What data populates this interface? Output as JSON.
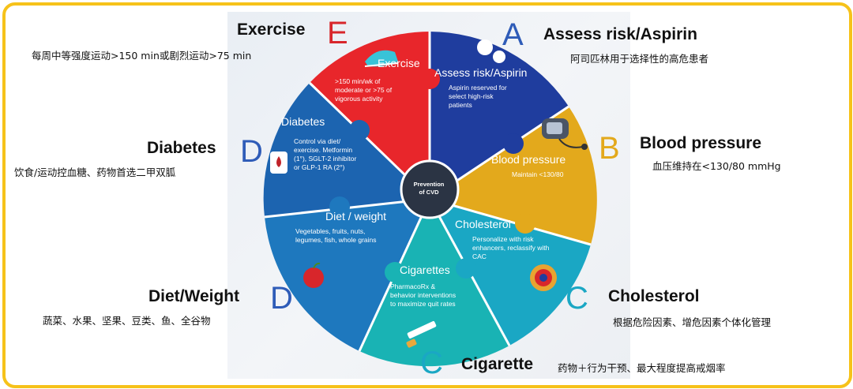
{
  "center_label": "Prevention\nof CVD",
  "letters": {
    "E": "E",
    "A": "A",
    "B": "B",
    "C_right": "C",
    "C_bottom": "C",
    "D_top": "D",
    "D_bottom": "D"
  },
  "sections": {
    "exercise": {
      "title": "Exercise",
      "body": ">150 min/wk of\nmoderate or >75 of\nvigorous  activity",
      "color": "#e8262b"
    },
    "aspirin": {
      "title": "Assess risk/Aspirin",
      "body": "Aspirin reserved for\nselect high-risk\npatients",
      "color": "#1f3d9e"
    },
    "bp": {
      "title": "Blood pressure",
      "body": "Maintain <130/80",
      "color": "#e3a91c"
    },
    "cholesterol": {
      "title": "Cholesterol",
      "body": "Personalize with risk\nenhancers, reclassify with\nCAC",
      "color": "#1aa7c4"
    },
    "cigarettes": {
      "title": "Cigarettes",
      "body": "PharmacoRx &\nbehavior interventions\nto maximize quit rates",
      "color": "#19b3b4"
    },
    "diet": {
      "title": "Diet / weight",
      "body": "Vegetables, fruits, nuts,\nlegumes, fish, whole grains",
      "color": "#1e78be"
    },
    "diabetes": {
      "title": "Diabetes",
      "body": "Control via diet/\nexercise. Metformin\n(1°), SGLT-2 inhibitor\nor GLP-1 RA (2°)",
      "color": "#1c64b0"
    }
  },
  "annotations": {
    "exercise": {
      "title": "Exercise",
      "text": "每周中等强度运动>150 min或剧烈运动>75 min"
    },
    "aspirin": {
      "title": "Assess risk/Aspirin",
      "text": "阿司匹林用于选择性的高危患者"
    },
    "bp": {
      "title": "Blood pressure",
      "text": "血压维持在<130/80 mmHg"
    },
    "diabetes": {
      "title": "Diabetes",
      "text": "饮食/运动控血糖、药物首选二甲双胍"
    },
    "diet": {
      "title": "Diet/Weight",
      "text": "蔬菜、水果、坚果、豆类、鱼、全谷物"
    },
    "cholesterol": {
      "title": "Cholesterol",
      "text": "根据危险因素、增危因素个体化管理"
    },
    "cigarette": {
      "title": "Cigarette",
      "text": "药物＋行为干预、最大程度提高戒烟率"
    }
  },
  "colors": {
    "frame": "#f6c21a",
    "center": "#2b3444",
    "letter_red": "#d8262b",
    "letter_blue": "#2f5cb8",
    "letter_yellow": "#e3a91c",
    "letter_teal": "#1aa7c4"
  }
}
